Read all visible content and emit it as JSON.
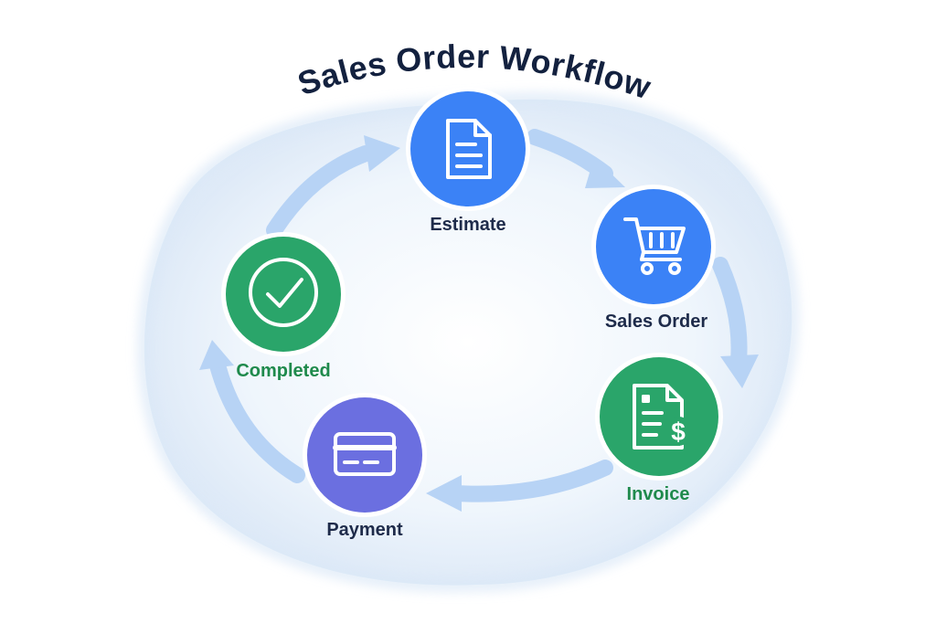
{
  "title": "Sales Order Workflow",
  "colors": {
    "title": "#13213f",
    "blue": "#3b82f6",
    "green": "#2aa56a",
    "purple": "#6b6fe0",
    "label_dark": "#1e2b4a",
    "label_green": "#1f8a4c",
    "arrow": "#b7d3f5",
    "cloud": "#eaf2fb"
  },
  "nodes": [
    {
      "id": "estimate",
      "label": "Estimate",
      "icon": "document-icon",
      "color": "blue",
      "label_color": "label_dark"
    },
    {
      "id": "sales-order",
      "label": "Sales Order",
      "icon": "shopping-cart-icon",
      "color": "blue",
      "label_color": "label_dark"
    },
    {
      "id": "invoice",
      "label": "Invoice",
      "icon": "invoice-dollar-icon",
      "color": "green",
      "label_color": "label_green"
    },
    {
      "id": "payment",
      "label": "Payment",
      "icon": "credit-card-icon",
      "color": "purple",
      "label_color": "label_dark"
    },
    {
      "id": "completed",
      "label": "Completed",
      "icon": "checkmark-circle-icon",
      "color": "green",
      "label_color": "label_green"
    }
  ],
  "flow": [
    {
      "from": "estimate",
      "to": "sales-order"
    },
    {
      "from": "sales-order",
      "to": "invoice"
    },
    {
      "from": "invoice",
      "to": "payment"
    },
    {
      "from": "payment",
      "to": "completed"
    },
    {
      "from": "completed",
      "to": "estimate"
    }
  ]
}
